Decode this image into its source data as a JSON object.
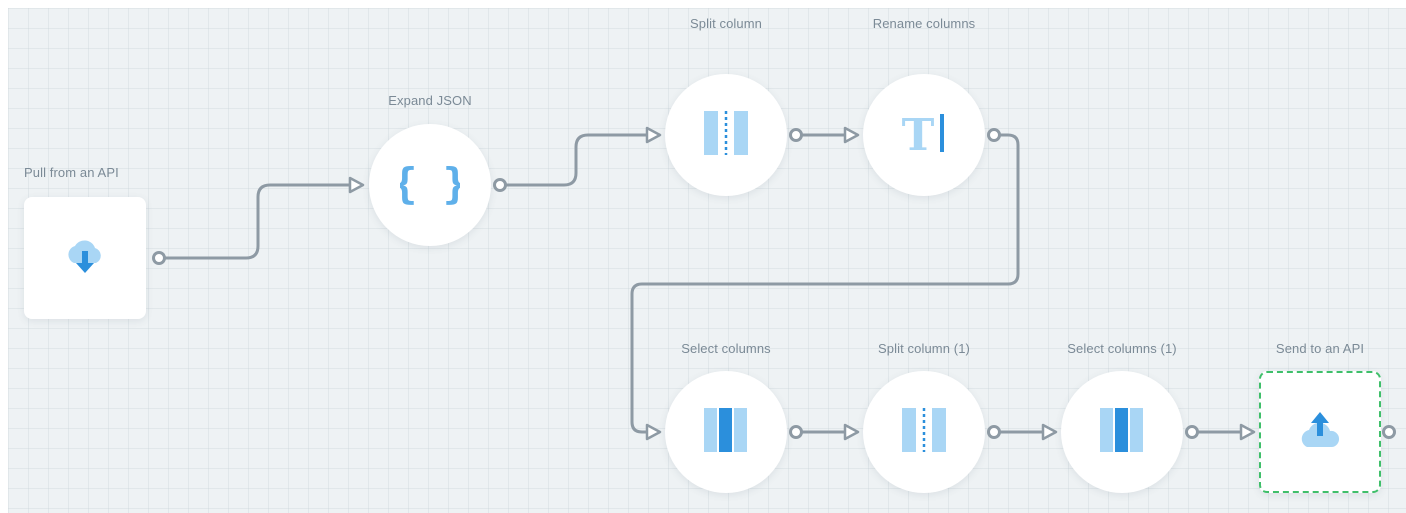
{
  "colors": {
    "canvas": "#eef2f4",
    "wire": "#8e9aa4",
    "icon_light": "#a9d6f5",
    "icon_mid": "#5fb0ea",
    "icon_dark": "#2b8fdc",
    "selection": "#3fbf6a"
  },
  "nodes": [
    {
      "id": "pull",
      "label": "Pull from an API",
      "icon": "cloud-download-icon",
      "shape": "square"
    },
    {
      "id": "expand",
      "label": "Expand JSON",
      "icon": "braces-icon",
      "shape": "circle"
    },
    {
      "id": "split",
      "label": "Split column",
      "icon": "split-column-icon",
      "shape": "circle"
    },
    {
      "id": "rename",
      "label": "Rename columns",
      "icon": "text-cursor-icon",
      "shape": "circle"
    },
    {
      "id": "select",
      "label": "Select columns",
      "icon": "select-columns-icon",
      "shape": "circle"
    },
    {
      "id": "split1",
      "label": "Split column (1)",
      "icon": "split-column-icon",
      "shape": "circle"
    },
    {
      "id": "select1",
      "label": "Select columns (1)",
      "icon": "select-columns-icon",
      "shape": "circle"
    },
    {
      "id": "send",
      "label": "Send to an API",
      "icon": "cloud-upload-icon",
      "shape": "square",
      "selected": true
    }
  ]
}
